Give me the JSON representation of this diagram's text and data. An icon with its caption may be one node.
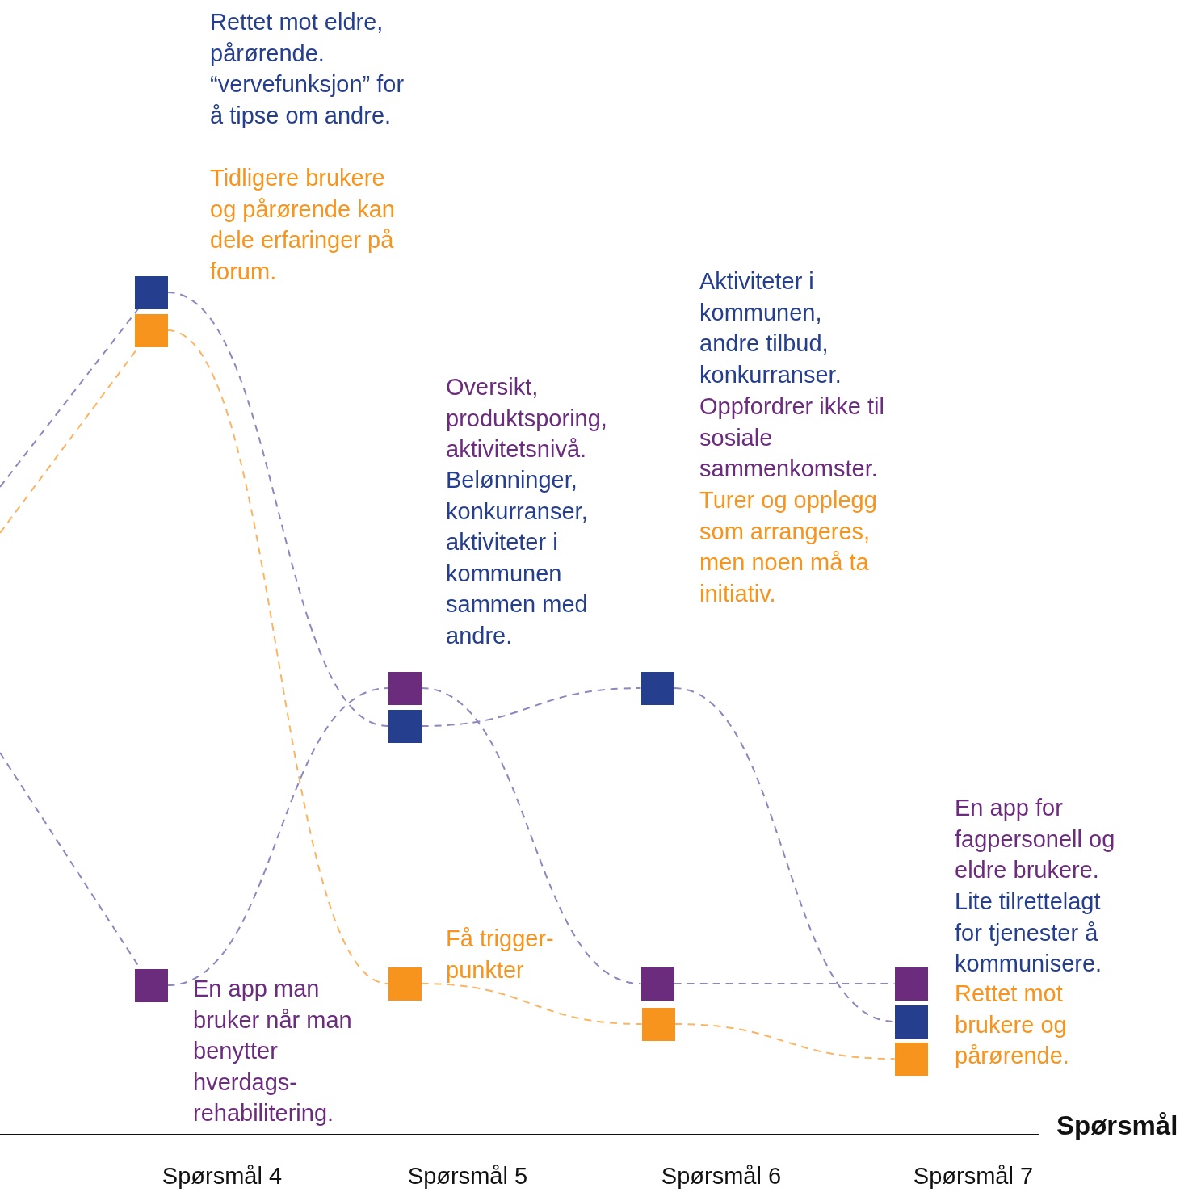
{
  "diagram": {
    "nodes": [
      {
        "text": [],
        "shape": "box"
      },
      {
        "text": [],
        "shape": "box"
      },
      {
        "text": [],
        "shape": "box"
      },
      {
        "text": [],
        "shape": "box"
      },
      {
        "text": [],
        "shape": "box"
      },
      {
        "text": [],
        "shape": "box"
      },
      {
        "text": [],
        "shape": "box"
      },
      {
        "text": [],
        "shape": "box"
      },
      {
        "text": [],
        "shape": "box"
      },
      {
        "text": [],
        "shape": "box"
      },
      {
        "text": [],
        "shape": "box"
      },
      {
        "text": [],
        "shape": "box"
      }
    ],
    "edges": [
      {
        "from": null,
        "to": 0,
        "arrow": "none",
        "style": "dashed"
      },
      {
        "from": 0,
        "to": 4,
        "arrow": "none",
        "style": "dashed"
      },
      {
        "from": 4,
        "to": 6,
        "arrow": "none",
        "style": "dashed"
      },
      {
        "from": 6,
        "to": 10,
        "arrow": "none",
        "style": "dashed"
      },
      {
        "from": null,
        "to": 1,
        "arrow": "none",
        "style": "dashed",
        "color": "#f9b564"
      },
      {
        "from": 1,
        "to": 5,
        "arrow": "none",
        "style": "dashed",
        "color": "#f9b564"
      },
      {
        "from": 5,
        "to": 8,
        "arrow": "none",
        "style": "dashed",
        "color": "#f9b564"
      },
      {
        "from": 8,
        "to": 11,
        "arrow": "none",
        "style": "dashed",
        "color": "#f9b564"
      },
      {
        "from": null,
        "to": 2,
        "arrow": "none",
        "style": "dashed"
      },
      {
        "from": 2,
        "to": 3,
        "arrow": "none",
        "style": "dashed"
      },
      {
        "from": 3,
        "to": 7,
        "arrow": "none",
        "style": "dashed"
      },
      {
        "from": 7,
        "to": 9,
        "arrow": "none",
        "style": "dashed"
      }
    ],
    "labels": [
      "Rettet mot eldre, pårørende. “vervefunksjon” for å tipse om andre.",
      "Tidligere brukere og pårørende kan dele erfaringer på forum.",
      "Aktiviteter i kommunen, andre tilbud, konkurranser.",
      "Oppfordrer ikke til sosiale sammenkomster.",
      "Turer og opplegg som arrangeres, men noen må ta initiativ.",
      "Oversikt, produktsporing, aktivitetsnivå.",
      "Belønninger, konkurranser, aktiviteter i kommunen sammen med andre.",
      "En app for fagpersonell og eldre brukere.",
      "Lite tilrettelagt for tjenester å kommunisere.",
      "Rettet mot brukere og pårørende.",
      "Få trigger- punkter",
      "En app man bruker når man benytter hverdags- rehabilitering.",
      "Spørsmål",
      "Spørsmål 4",
      "Spørsmål 5",
      "Spørsmål 6",
      "Spørsmål 7"
    ]
  }
}
